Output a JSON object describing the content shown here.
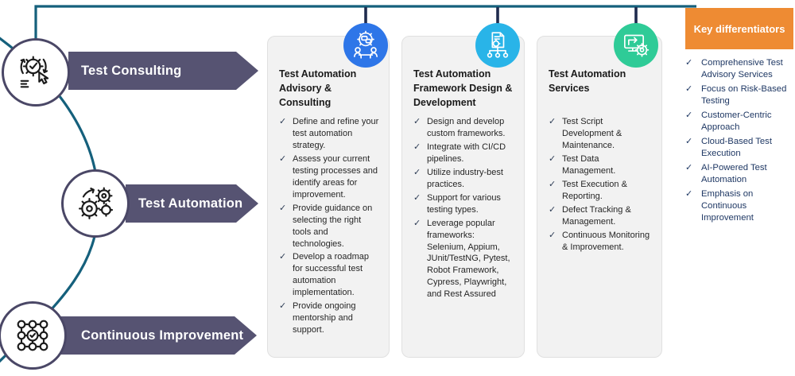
{
  "glyphs": {
    "check": "✓"
  },
  "colors": {
    "banner_slate": "#565372",
    "circle_border": "#4a4766",
    "flow_line_teal": "#15607c",
    "connector_navy": "#1f2b4e",
    "card_background": "#f2f2f2",
    "advisory_blue": "#2e76e8",
    "framework_cyan": "#29b4e8",
    "services_green": "#2fcb97",
    "differentiators_orange": "#ee8b33",
    "differentiators_text_navy": "#1f3864"
  },
  "diagram": {
    "left_flow": {
      "items": [
        {
          "label": "Test Consulting",
          "icon": "gear-select-icon"
        },
        {
          "label": "Test Automation",
          "icon": "gears-automation-icon"
        },
        {
          "label": "Continuous Improvement",
          "icon": "network-improvement-icon"
        }
      ]
    },
    "cards": [
      {
        "title": "Test Automation Advisory & Consulting",
        "icon": "advisory-meeting-icon",
        "accent_color": "#2e76e8",
        "bullets": [
          "Define and refine your test automation strategy.",
          "Assess your current testing processes and identify areas for improvement.",
          "Provide guidance on selecting the right tools and technologies.",
          "Develop a roadmap for successful test automation implementation.",
          "Provide ongoing mentorship and support."
        ]
      },
      {
        "title": "Test Automation Framework Design & Development",
        "icon": "framework-design-icon",
        "accent_color": "#29b4e8",
        "bullets": [
          "Design and develop custom frameworks.",
          "Integrate with CI/CD pipelines.",
          "Utilize industry-best practices.",
          "Support for various testing types.",
          "Leverage popular frameworks: Selenium, Appium, JUnit/TestNG, Pytest, Robot Framework, Cypress, Playwright, and Rest Assured"
        ]
      },
      {
        "title": "Test Automation Services",
        "icon": "automation-services-icon",
        "accent_color": "#2fcb97",
        "bullets": [
          "Test Script Development & Maintenance.",
          "Test Data Management.",
          "Test Execution & Reporting.",
          "Defect Tracking & Management.",
          "Continuous Monitoring & Improvement."
        ]
      }
    ],
    "key_differentiators": {
      "title": "Key differentiators",
      "accent_color": "#ee8b33",
      "items": [
        "Comprehensive Test Advisory Services",
        "Focus on Risk-Based Testing",
        "Customer-Centric Approach",
        "Cloud-Based Test Execution",
        "AI-Powered Test Automation",
        "Emphasis on Continuous Improvement"
      ]
    }
  }
}
